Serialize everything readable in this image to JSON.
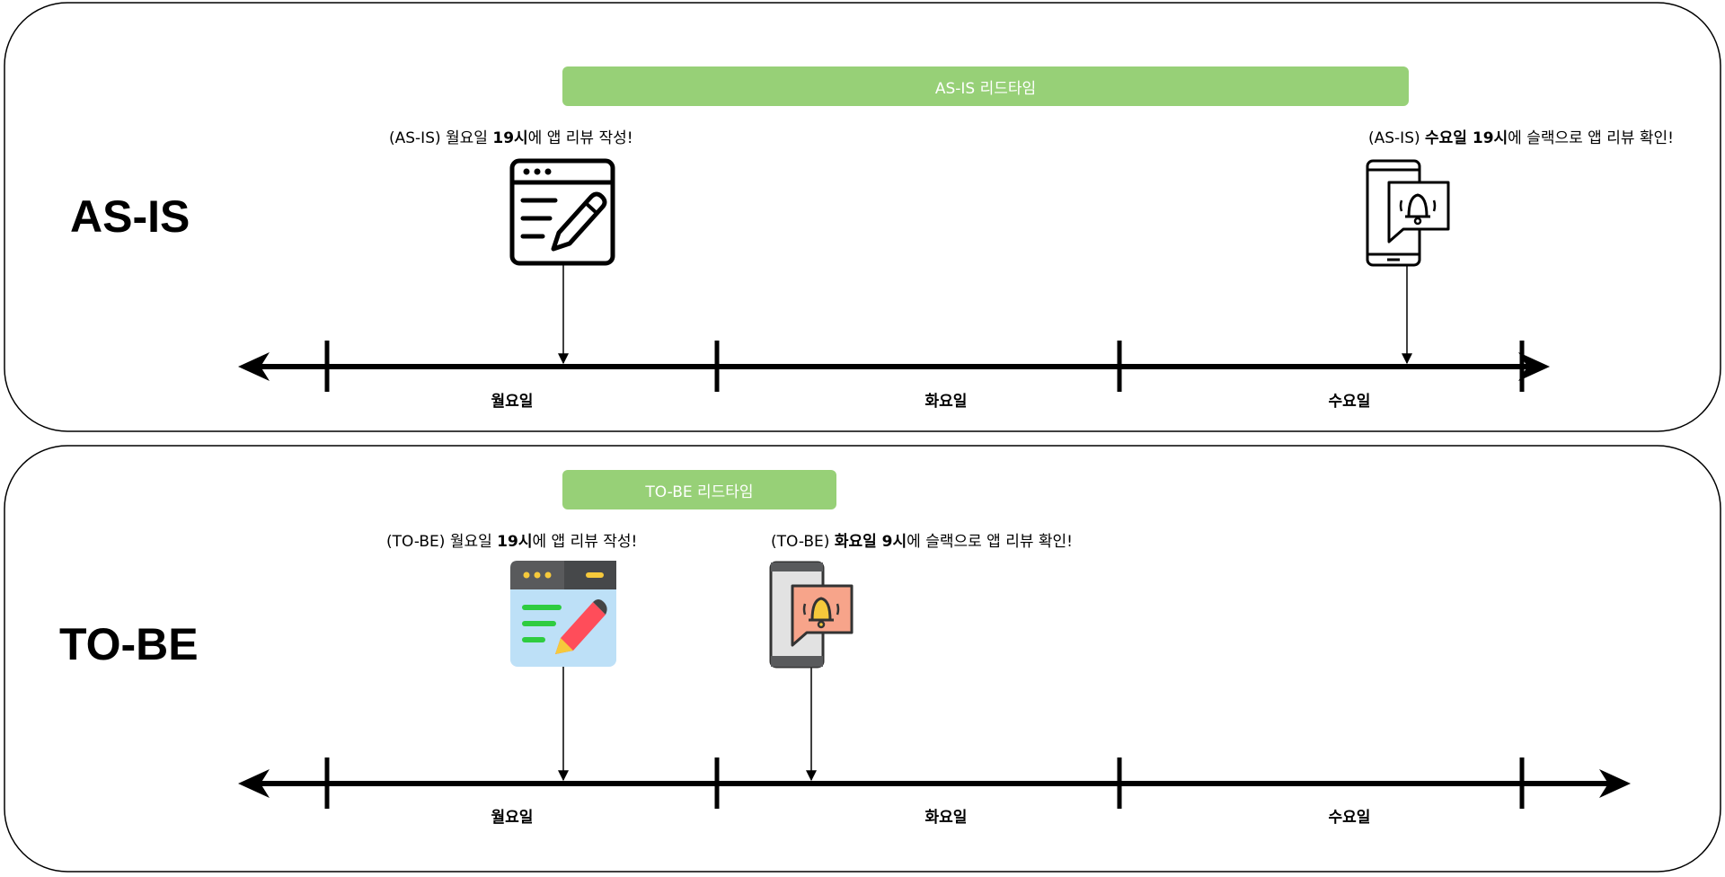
{
  "as_is": {
    "section_title": "AS-IS",
    "lead_bar_label": "AS-IS 리드타임",
    "event1": {
      "prefix": "(AS-IS) 월요일 ",
      "bold": "19시",
      "suffix": "에 앱 리뷰 작성!"
    },
    "event2": {
      "prefix": "(AS-IS) ",
      "bold": "수요일 19시",
      "suffix": "에 슬랙으로 앱 리뷰 확인!"
    },
    "days": [
      "월요일",
      "화요일",
      "수요일"
    ]
  },
  "to_be": {
    "section_title": "TO-BE",
    "lead_bar_label": "TO-BE 리드타임",
    "event1": {
      "prefix": "(TO-BE) 월요일 ",
      "bold": "19시",
      "suffix": "에 앱 리뷰 작성!"
    },
    "event2": {
      "prefix": "(TO-BE) ",
      "bold": "화요일 9시",
      "suffix": "에 슬랙으로 앱 리뷰 확인!"
    },
    "days": [
      "월요일",
      "화요일",
      "수요일"
    ]
  },
  "colors": {
    "lead_bar": "#97d077",
    "border": "#000000"
  },
  "icons": [
    "edit-window-outline-icon",
    "phone-notification-outline-icon",
    "edit-window-color-icon",
    "phone-notification-color-icon"
  ]
}
